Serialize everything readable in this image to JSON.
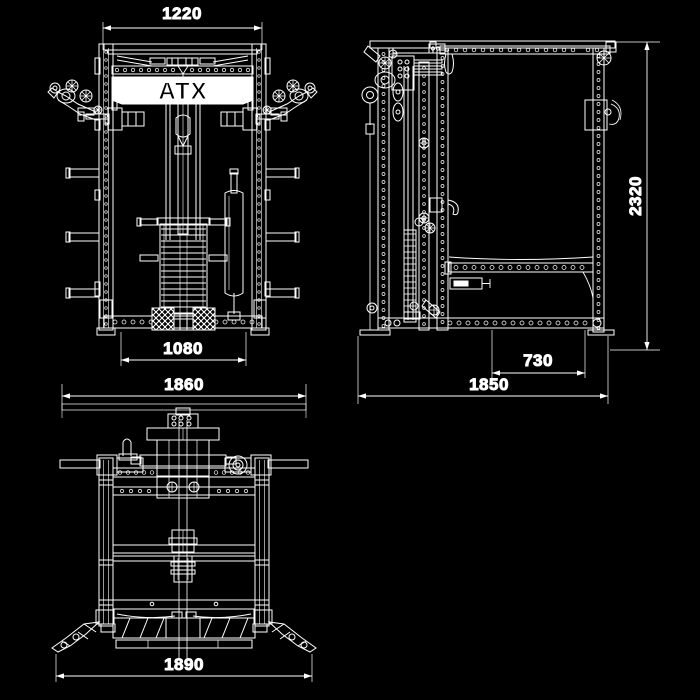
{
  "drawing": {
    "background_color": "#000000",
    "line_color": "#ffffff",
    "brand_label": "ATX",
    "units_note": ""
  },
  "views": {
    "front": {
      "name": "front-elevation",
      "brand_plate": "ATX"
    },
    "side": {
      "name": "side-elevation"
    },
    "top": {
      "name": "top-plan"
    }
  },
  "dimensions": {
    "front_top_width": "1220",
    "front_base_width": "1080",
    "top_view_width": "1860",
    "top_view_base_width": "1890",
    "side_height": "2320",
    "side_inner_depth": "730",
    "side_total_depth": "1850"
  }
}
